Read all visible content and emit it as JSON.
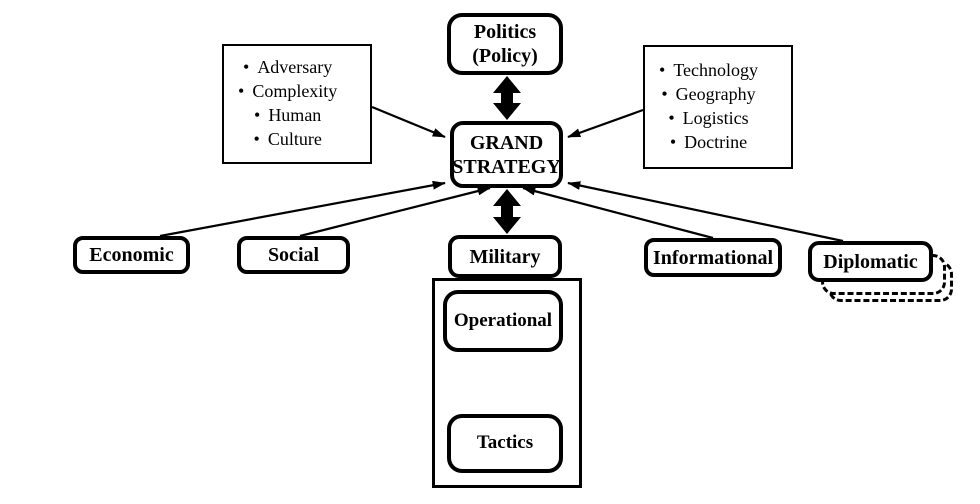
{
  "diagram": {
    "bullet_icon": "•",
    "colors": {
      "ink": "#000000",
      "background": "#ffffff"
    },
    "nodes": {
      "politics": {
        "line1": "Politics",
        "line2": "(Policy)"
      },
      "grand_strategy": {
        "line1": "GRAND",
        "line2": "STRATEGY"
      },
      "left_factors": {
        "items": [
          "Adversary",
          "Complexity",
          "Human",
          "Culture"
        ]
      },
      "right_factors": {
        "items": [
          "Technology",
          "Geography",
          "Logistics",
          "Doctrine"
        ]
      },
      "instruments": [
        "Economic",
        "Social",
        "Military",
        "Informational",
        "Diplomatic"
      ],
      "military_levels": [
        "Operational",
        "Tactics"
      ]
    }
  }
}
